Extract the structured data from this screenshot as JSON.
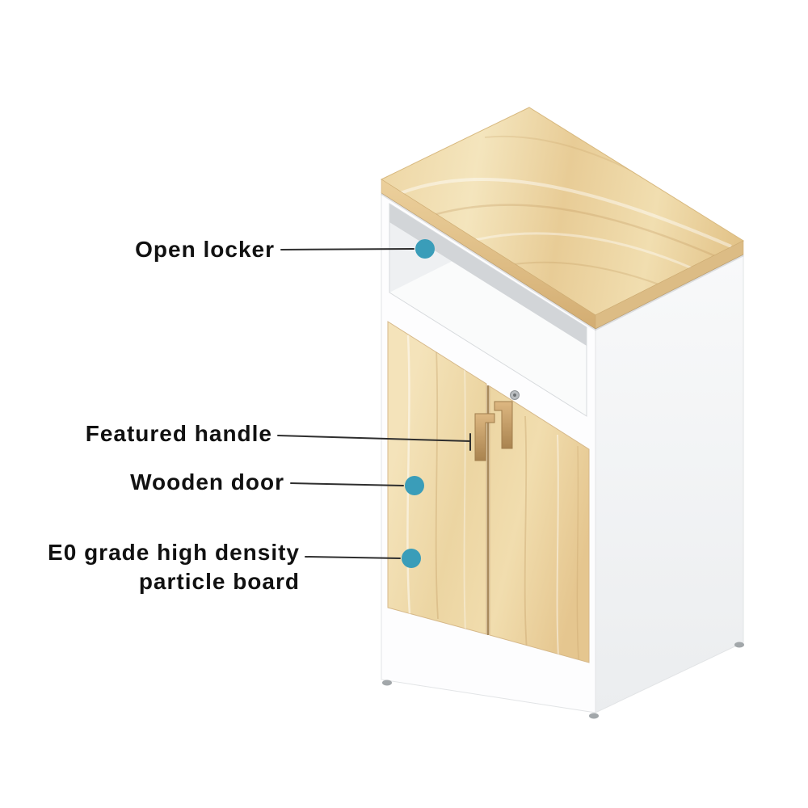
{
  "colors": {
    "accent_teal": "#3a9db9",
    "line_dark": "#2e2e2e",
    "text_dark": "#111111",
    "wood_light": "#f1ddae",
    "wood_deep": "#e2c287",
    "cabinet_white": "#fdfdfe"
  },
  "annotations": {
    "open_locker": {
      "label": "Open locker"
    },
    "featured_handle": {
      "label": "Featured handle"
    },
    "wooden_door": {
      "label": "Wooden door"
    },
    "particle_board": {
      "label": "E0 grade high density\nparticle board"
    }
  }
}
